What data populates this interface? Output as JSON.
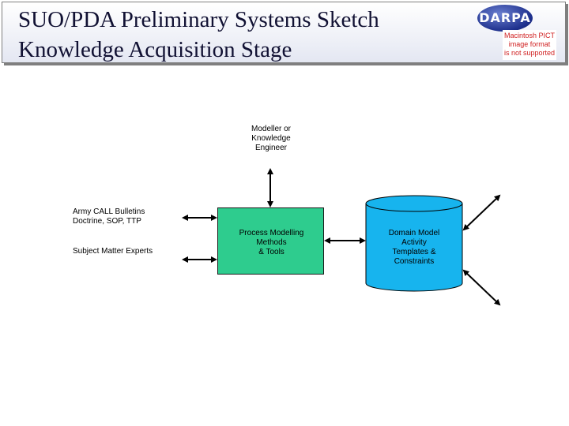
{
  "header": {
    "title_line1": "SUO/PDA Preliminary Systems Sketch",
    "title_line2": "Knowledge Acquisition Stage",
    "logo_text": "DARPA",
    "pict_notice": "Macintosh PICT\nimage format\nis not supported"
  },
  "diagram": {
    "modeller_label": "Modeller or\nKnowledge\nEngineer",
    "army_label": "Army CALL Bulletins\nDoctrine, SOP, TTP",
    "sme_label": "Subject Matter Experts",
    "process_label": "Process Modelling\nMethods\n& Tools",
    "domain_model_label": "Domain Model\nActivity\nTemplates &\nConstraints"
  },
  "colors": {
    "process_fill": "#2ecc8e",
    "database_fill": "#17b4ee",
    "line": "#000000"
  }
}
